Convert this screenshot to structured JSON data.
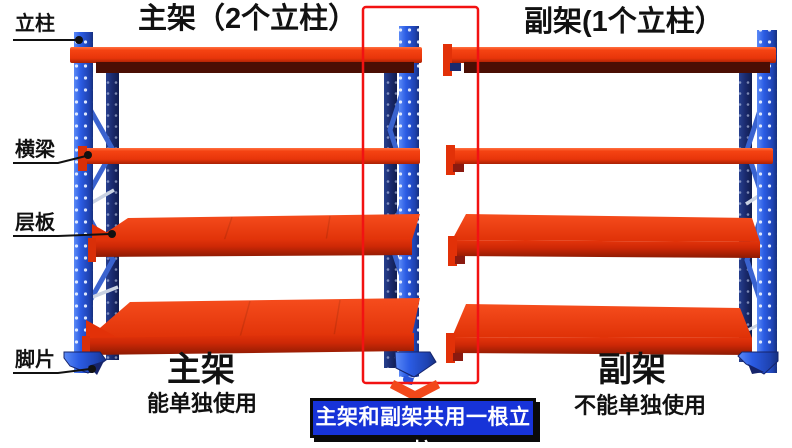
{
  "titles": {
    "main": "主架（2个立柱）",
    "sub": "副架(1个立柱）"
  },
  "part_labels": {
    "column": "立柱",
    "beam": "横梁",
    "shelf": "层板",
    "foot": "脚片"
  },
  "footer": {
    "main_name": "主架",
    "main_desc": "能单独使用",
    "sub_name": "副架",
    "sub_desc": "不能单独使用"
  },
  "banner": {
    "text": "主架和副架共用一根立柱",
    "bg_color": "#1733d8",
    "text_color": "#ffffff",
    "border_color": "#0a0a0a"
  },
  "colors": {
    "upright_blue": "#2b5ce4",
    "upright_navy": "#1a2a6e",
    "beam_orange": "#f2420e",
    "shelf_red": "#e8350a",
    "shelf_dark_strip": "#4a0e04",
    "highlight_box_red": "#f21212",
    "pointer_black": "#111111"
  }
}
